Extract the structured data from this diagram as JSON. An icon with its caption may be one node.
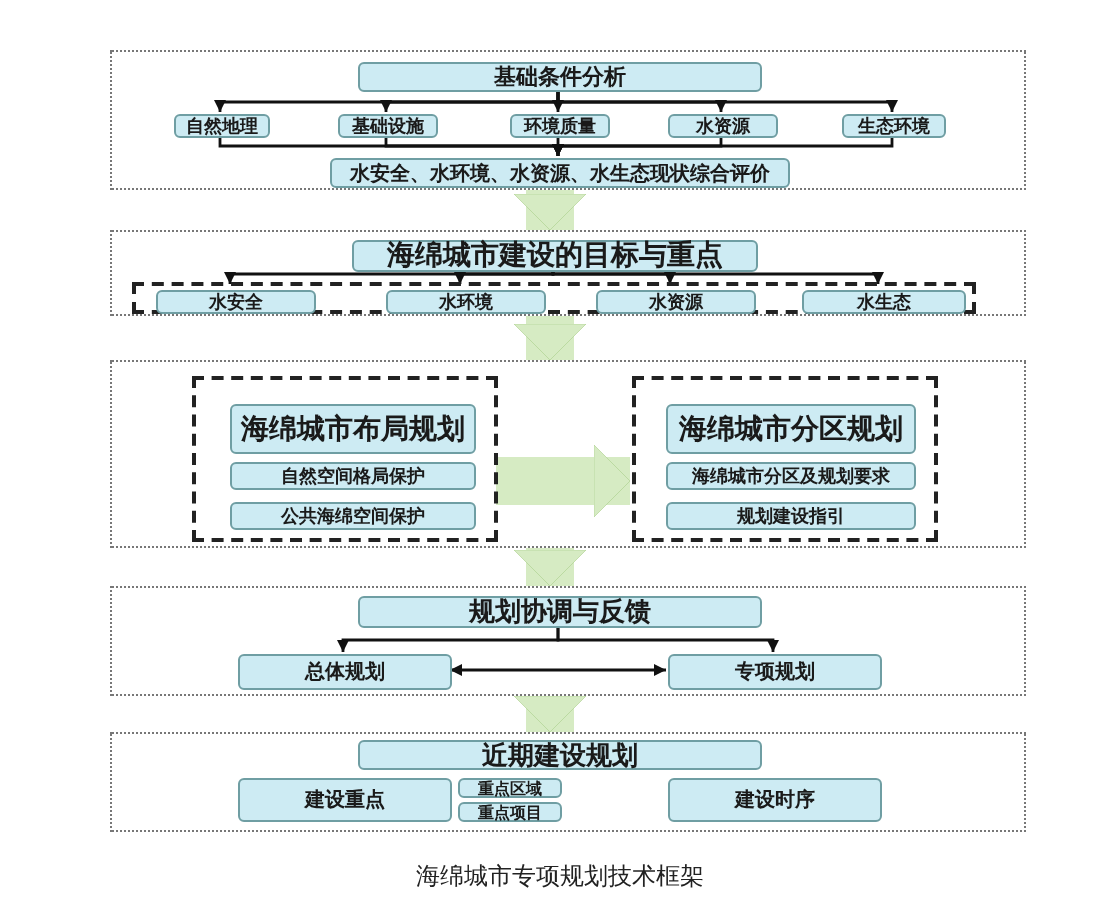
{
  "diagram": {
    "caption": "海绵城市专项规划技术框架",
    "nodes": [
      {
        "text": [],
        "shape": "box"
      },
      {
        "text": [
          "基础条件分析"
        ],
        "in": 0
      },
      {
        "text": [
          "自然地理"
        ],
        "in": 0
      },
      {
        "text": [
          "基础设施"
        ],
        "in": 0
      },
      {
        "text": [
          "环境质量"
        ],
        "in": 0
      },
      {
        "text": [
          "水资源"
        ],
        "in": 0
      },
      {
        "text": [
          "生态环境"
        ],
        "in": 0
      },
      {
        "text": [
          "水安全、水环境、水资源、水生态现状综合评价"
        ],
        "in": 0
      },
      {
        "text": [],
        "shape": "box"
      },
      {
        "text": [
          "海绵城市建设的目标与重点"
        ],
        "in": 8
      },
      {
        "text": [],
        "shape": "box",
        "in": 8
      },
      {
        "text": [
          "水安全"
        ],
        "in": 10
      },
      {
        "text": [
          "水环境"
        ],
        "in": 10
      },
      {
        "text": [
          "水资源"
        ],
        "in": 10
      },
      {
        "text": [
          "水生态"
        ],
        "in": 10
      },
      {
        "text": [],
        "shape": "box"
      },
      {
        "text": [],
        "shape": "box",
        "in": 15
      },
      {
        "text": [
          "海绵城市布局规划"
        ],
        "in": 16
      },
      {
        "text": [
          "自然空间格局保护"
        ],
        "in": 16
      },
      {
        "text": [
          "公共海绵空间保护"
        ],
        "in": 16
      },
      {
        "text": [],
        "shape": "box",
        "in": 15
      },
      {
        "text": [
          "海绵城市分区规划"
        ],
        "in": 20
      },
      {
        "text": [
          "海绵城市分区及规划要求"
        ],
        "in": 20
      },
      {
        "text": [
          "规划建设指引"
        ],
        "in": 20
      },
      {
        "text": [],
        "shape": "box"
      },
      {
        "text": [
          "规划协调与反馈"
        ],
        "in": 24
      },
      {
        "text": [
          "总体规划"
        ],
        "in": 24
      },
      {
        "text": [
          "专项规划"
        ],
        "in": 24
      },
      {
        "text": [],
        "shape": "box"
      },
      {
        "text": [
          "近期建设规划"
        ],
        "in": 28
      },
      {
        "text": [
          "建设重点"
        ],
        "in": 28
      },
      {
        "text": [
          "重点区域"
        ],
        "in": 28
      },
      {
        "text": [
          "重点项目"
        ],
        "in": 28
      },
      {
        "text": [
          "建设时序"
        ],
        "in": 28
      }
    ],
    "edges": [
      {
        "from": 1,
        "to": 2,
        "arrow": "to"
      },
      {
        "from": 1,
        "to": 3,
        "arrow": "to"
      },
      {
        "from": 1,
        "to": 4,
        "arrow": "to"
      },
      {
        "from": 1,
        "to": 5,
        "arrow": "to"
      },
      {
        "from": 1,
        "to": 6,
        "arrow": "to"
      },
      {
        "from": 2,
        "to": 7,
        "arrow": "to"
      },
      {
        "from": 3,
        "to": 7,
        "arrow": "to"
      },
      {
        "from": 4,
        "to": 7,
        "arrow": "to"
      },
      {
        "from": 5,
        "to": 7,
        "arrow": "to"
      },
      {
        "from": 6,
        "to": 7,
        "arrow": "to"
      },
      {
        "from": 0,
        "to": 8,
        "arrow": "to",
        "style": "thick",
        "color": "#d6ebc3"
      },
      {
        "from": 9,
        "to": 11,
        "arrow": "to"
      },
      {
        "from": 9,
        "to": 12,
        "arrow": "to"
      },
      {
        "from": 9,
        "to": 13,
        "arrow": "to"
      },
      {
        "from": 9,
        "to": 14,
        "arrow": "to"
      },
      {
        "from": 8,
        "to": 15,
        "arrow": "to",
        "style": "thick",
        "color": "#d6ebc3"
      },
      {
        "from": 16,
        "to": 20,
        "arrow": "to",
        "style": "thick",
        "color": "#d6ebc3"
      },
      {
        "from": 15,
        "to": 24,
        "arrow": "to",
        "style": "thick",
        "color": "#d6ebc3"
      },
      {
        "from": 25,
        "to": 26,
        "arrow": "to"
      },
      {
        "from": 25,
        "to": 27,
        "arrow": "to"
      },
      {
        "from": 26,
        "to": 27,
        "arrow": "both"
      },
      {
        "from": 24,
        "to": 28,
        "arrow": "to",
        "style": "thick",
        "color": "#d6ebc3"
      }
    ]
  }
}
